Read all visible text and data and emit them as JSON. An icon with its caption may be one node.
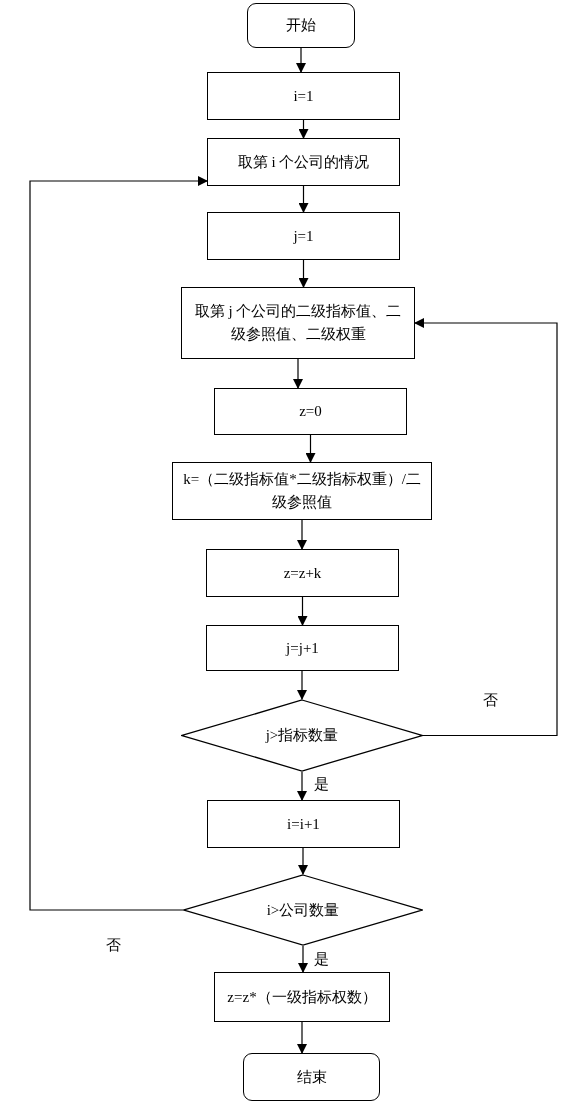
{
  "diagram": {
    "nodes": [
      {
        "text": [
          "开始"
        ]
      },
      {
        "text": [
          "i=1"
        ]
      },
      {
        "text": [
          "取第 i 个公司的情况"
        ]
      },
      {
        "text": [
          "j=1"
        ]
      },
      {
        "text": [
          "取第 j 个公司的二级指标值、二级参照值、二级权重"
        ]
      },
      {
        "text": [
          "z=0"
        ]
      },
      {
        "text": [
          "k=（二级指标值*二级指标权重）/二级参照值"
        ]
      },
      {
        "text": [
          "z=z+k"
        ]
      },
      {
        "text": [
          "j=j+1"
        ]
      },
      {
        "text": [
          "j>指标数量"
        ]
      },
      {
        "text": [
          "i=i+1"
        ]
      },
      {
        "text": [
          "i>公司数量"
        ]
      },
      {
        "text": [
          "z=z*（一级指标权数）"
        ]
      },
      {
        "text": [
          "结束"
        ]
      }
    ],
    "edges": [
      {
        "from": 0,
        "to": 1,
        "arrow": "to"
      },
      {
        "from": 1,
        "to": 2,
        "arrow": "to"
      },
      {
        "from": 2,
        "to": 3,
        "arrow": "to"
      },
      {
        "from": 3,
        "to": 4,
        "arrow": "to"
      },
      {
        "from": 4,
        "to": 5,
        "arrow": "to"
      },
      {
        "from": 5,
        "to": 6,
        "arrow": "to"
      },
      {
        "from": 6,
        "to": 7,
        "arrow": "to"
      },
      {
        "from": 7,
        "to": 8,
        "arrow": "to"
      },
      {
        "from": 8,
        "to": 9,
        "arrow": "to"
      },
      {
        "from": 9,
        "to": 10,
        "label": "是",
        "arrow": "to"
      },
      {
        "from": 9,
        "to": 4,
        "label": "否",
        "arrow": "to"
      },
      {
        "from": 10,
        "to": 11,
        "arrow": "to"
      },
      {
        "from": 11,
        "to": 2,
        "label": "否",
        "arrow": "to"
      },
      {
        "from": 11,
        "to": 12,
        "label": "是",
        "arrow": "to"
      },
      {
        "from": 12,
        "to": 13,
        "arrow": "to"
      }
    ]
  }
}
